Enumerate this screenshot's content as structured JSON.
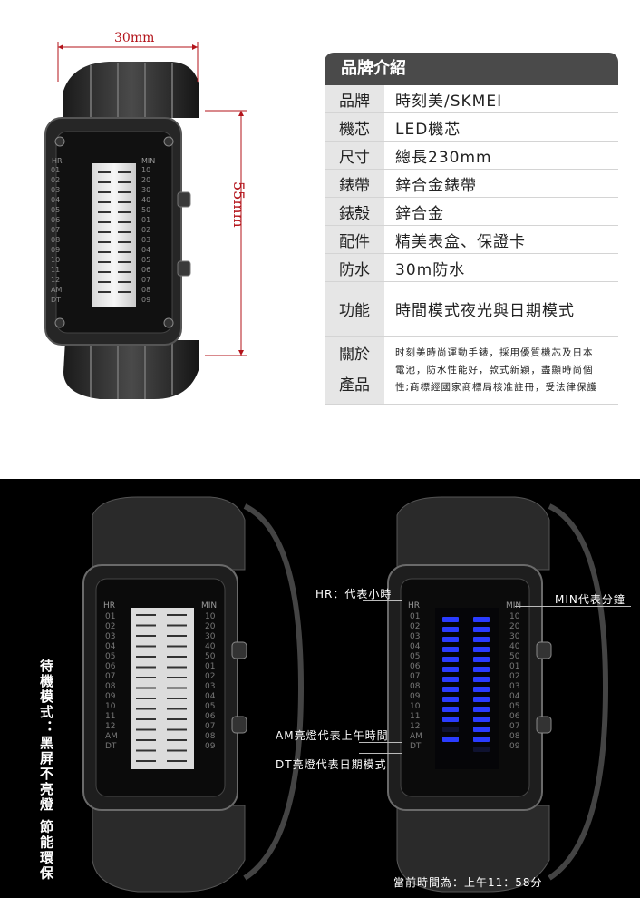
{
  "dimensions": {
    "width_label": "30mm",
    "height_label": "55mm"
  },
  "watch_face": {
    "hour_header": "HR",
    "hour_marks": [
      "01",
      "02",
      "03",
      "04",
      "05",
      "06",
      "07",
      "08",
      "09",
      "10",
      "11",
      "12",
      "AM",
      "DT"
    ],
    "minute_header": "MIN",
    "minute_marks": [
      "10",
      "20",
      "30",
      "40",
      "50",
      "01",
      "02",
      "03",
      "04",
      "05",
      "06",
      "07",
      "08",
      "09"
    ]
  },
  "spec_table": {
    "title": "品牌介紹",
    "rows": [
      {
        "label": "品牌",
        "value": "時刻美/SKMEI"
      },
      {
        "label": "機芯",
        "value": "LED機芯"
      },
      {
        "label": "尺寸",
        "value": "總長230mm"
      },
      {
        "label": "錶帶",
        "value": "鋅合金錶帶"
      },
      {
        "label": "錶殼",
        "value": "鋅合金"
      },
      {
        "label": "配件",
        "value": "精美表盒、保證卡"
      },
      {
        "label": "防水",
        "value": "30m防水"
      },
      {
        "label": "功能",
        "value": "時間模式夜光與日期模式"
      }
    ],
    "about": {
      "label_line1": "關於",
      "label_line2": "產品",
      "lines": [
        "时刻美時尚運動手錶，採用優質機芯及日本",
        "電池，防水性能好，款式新穎，盡顯時尚個",
        "性;商標經國家商標局核准註冊，受法律保護"
      ]
    }
  },
  "demo": {
    "standby_text": "待機模式：黑屏不亮燈 節能環保",
    "hr_callout": "HR：代表小時",
    "min_callout": "MIN代表分鐘",
    "am_callout": "AM亮燈代表上午時間",
    "dt_callout": "DT亮燈代表日期模式",
    "current_time": "當前時間為：上午11：58分"
  },
  "colors": {
    "header_bg": "#4a4a4a",
    "label_bg": "#e6e6e6",
    "dimension_red": "#b3131a",
    "led_blue": "#2a3cff"
  }
}
